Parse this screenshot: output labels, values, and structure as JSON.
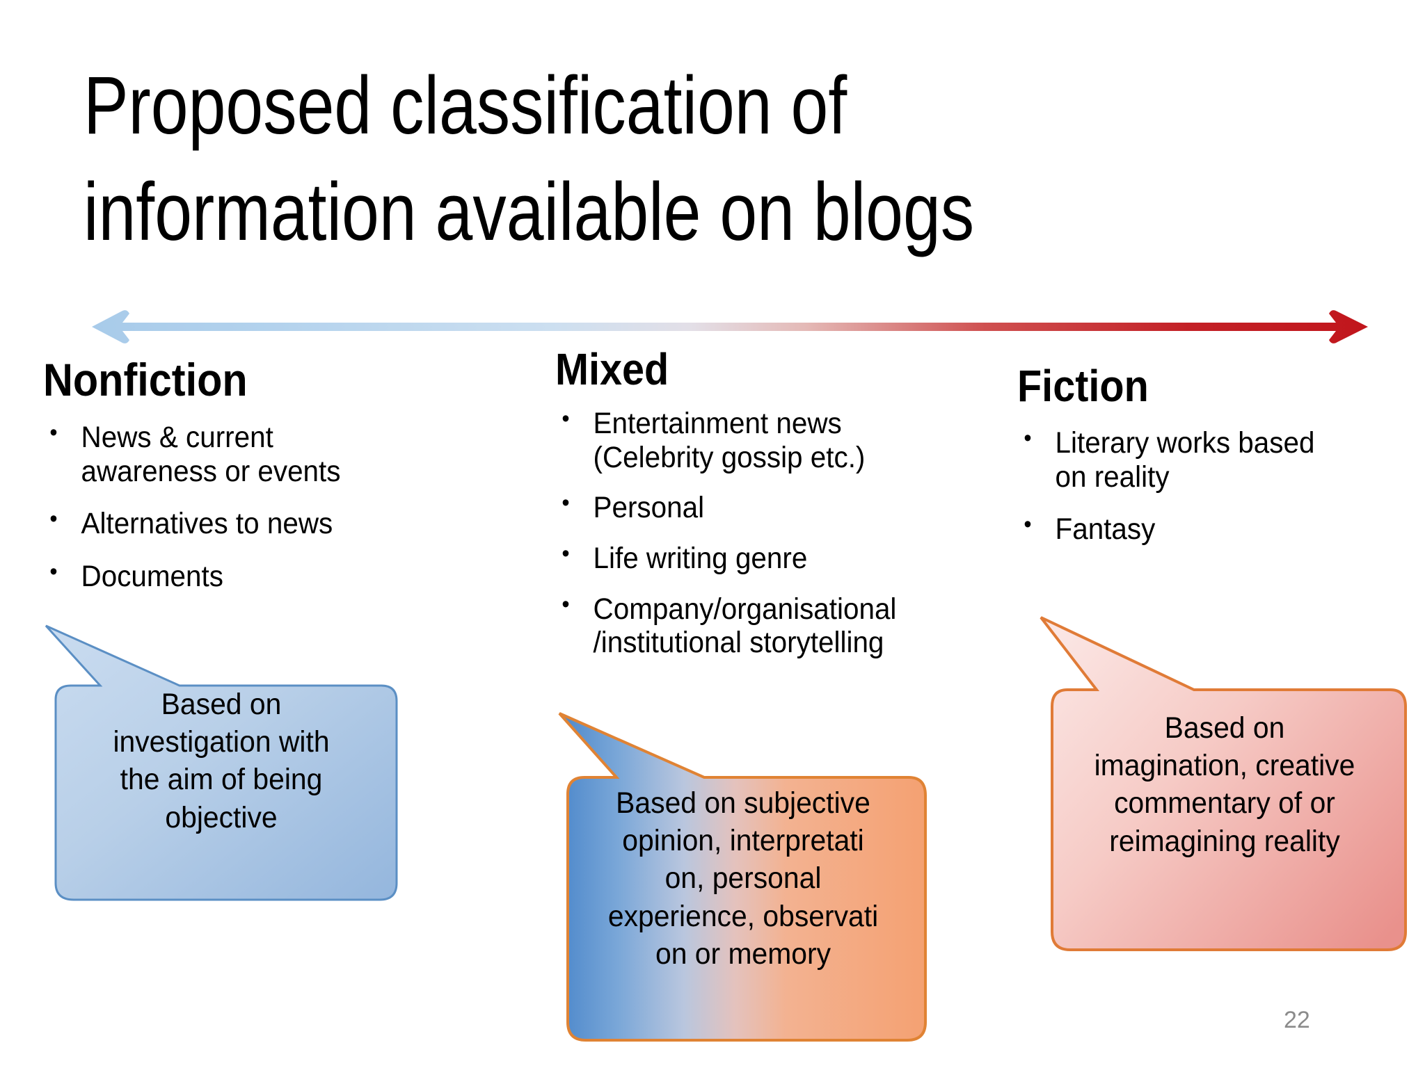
{
  "slide": {
    "title": "Proposed classification of\ninformation available on blogs",
    "page_number": "22",
    "background_color": "#ffffff"
  },
  "spectrum_arrow": {
    "name": "double-headed-spectrum-arrow",
    "left_color": "#8ab4dd",
    "right_color": "#c1272d",
    "left_end": "Nonfiction",
    "right_end": "Fiction"
  },
  "columns": [
    {
      "id": "nonfiction",
      "heading": "Nonfiction",
      "bullets": [
        "News & current\nawareness or events",
        "Alternatives to news",
        "Documents"
      ]
    },
    {
      "id": "mixed",
      "heading": "Mixed",
      "bullets": [
        "Entertainment news\n(Celebrity gossip etc.)",
        "Personal",
        "Life writing genre",
        "Company/organisational\n/institutional storytelling"
      ]
    },
    {
      "id": "fiction",
      "heading": "Fiction",
      "bullets": [
        "Literary works based\non reality",
        "Fantasy"
      ]
    }
  ],
  "callouts": [
    {
      "id": "nonfiction",
      "text": "Based on\ninvestigation with\nthe aim of being\nobjective",
      "fill_start": "#c3d7ee",
      "fill_end": "#97b8de",
      "border_color": "#5b8fc4"
    },
    {
      "id": "mixed",
      "text": "Based on subjective\nopinion, interpretati\non, personal\nexperience, observati\non or memory",
      "fill_start": "#5b8fd0",
      "fill_end": "#f3a97e",
      "border_color": "#e08334"
    },
    {
      "id": "fiction",
      "text": "Based on\nimagination, creative\ncommentary of or\nreimagining reality",
      "fill_start": "#f8dcdc",
      "fill_end": "#ec9a96",
      "border_color": "#e07b37"
    }
  ]
}
